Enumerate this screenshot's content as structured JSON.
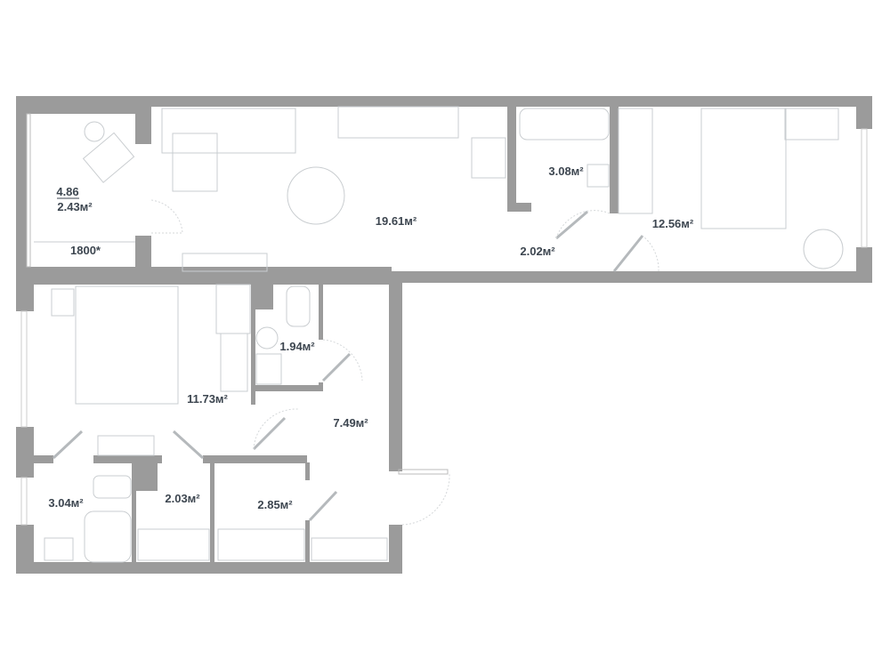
{
  "plan": {
    "balcony": {
      "length": "4.86",
      "area": "2.43м²",
      "width_dim": "1800*"
    },
    "rooms": {
      "living_kitchen": "19.61м²",
      "bathroom_top": "3.08м²",
      "bedroom_right": "12.56м²",
      "hall_top": "2.02м²",
      "wc": "1.94м²",
      "bedroom_left": "11.73м²",
      "corridor": "7.49м²",
      "bathroom_bottom": "3.04м²",
      "wardrobe_left": "2.03м²",
      "wardrobe_right": "2.85м²"
    },
    "colors": {
      "wall": "#9b9b9b",
      "text": "#3d4650"
    }
  }
}
